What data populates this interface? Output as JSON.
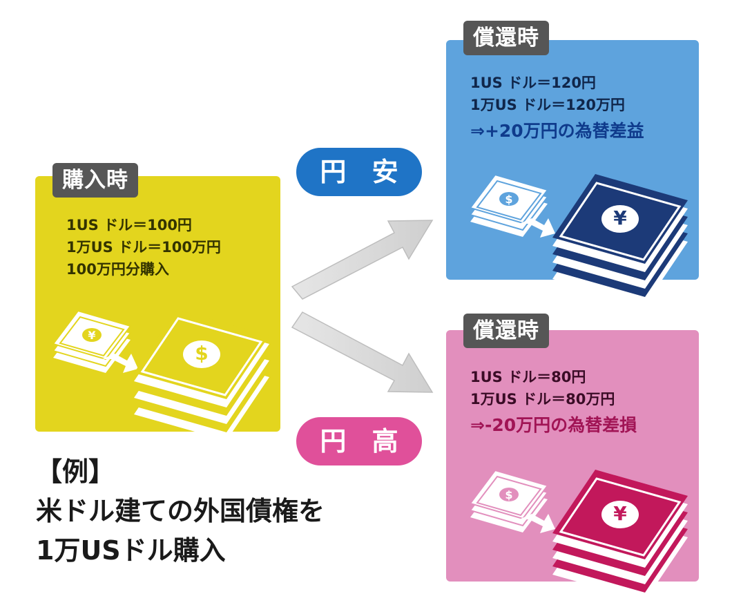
{
  "buy": {
    "tag": "購入時",
    "lines": [
      "1US ドル＝100円",
      "1万US ドル＝100万円",
      "100万円分購入"
    ],
    "color": "#e3d51e",
    "money_icon": "dollar-bills-icon"
  },
  "yen_weak": {
    "label": "円 安",
    "tag": "償還時",
    "lines": [
      "1US ドル＝120円",
      "1万US ドル＝120万円"
    ],
    "result": "⇒+20万円の為替差益",
    "color": "#5ea3dd",
    "money_icon": "yen-bills-icon"
  },
  "yen_strong": {
    "label": "円 高",
    "tag": "償還時",
    "lines": [
      "1US ドル＝80円",
      "1万US ドル＝80万円"
    ],
    "result": "⇒-20万円の為替差損",
    "color": "#e28fbd",
    "money_icon": "yen-bills-icon"
  },
  "example": {
    "heading": "【例】",
    "line1": "米ドル建ての外国債権を",
    "line2": "1万USドル購入"
  }
}
